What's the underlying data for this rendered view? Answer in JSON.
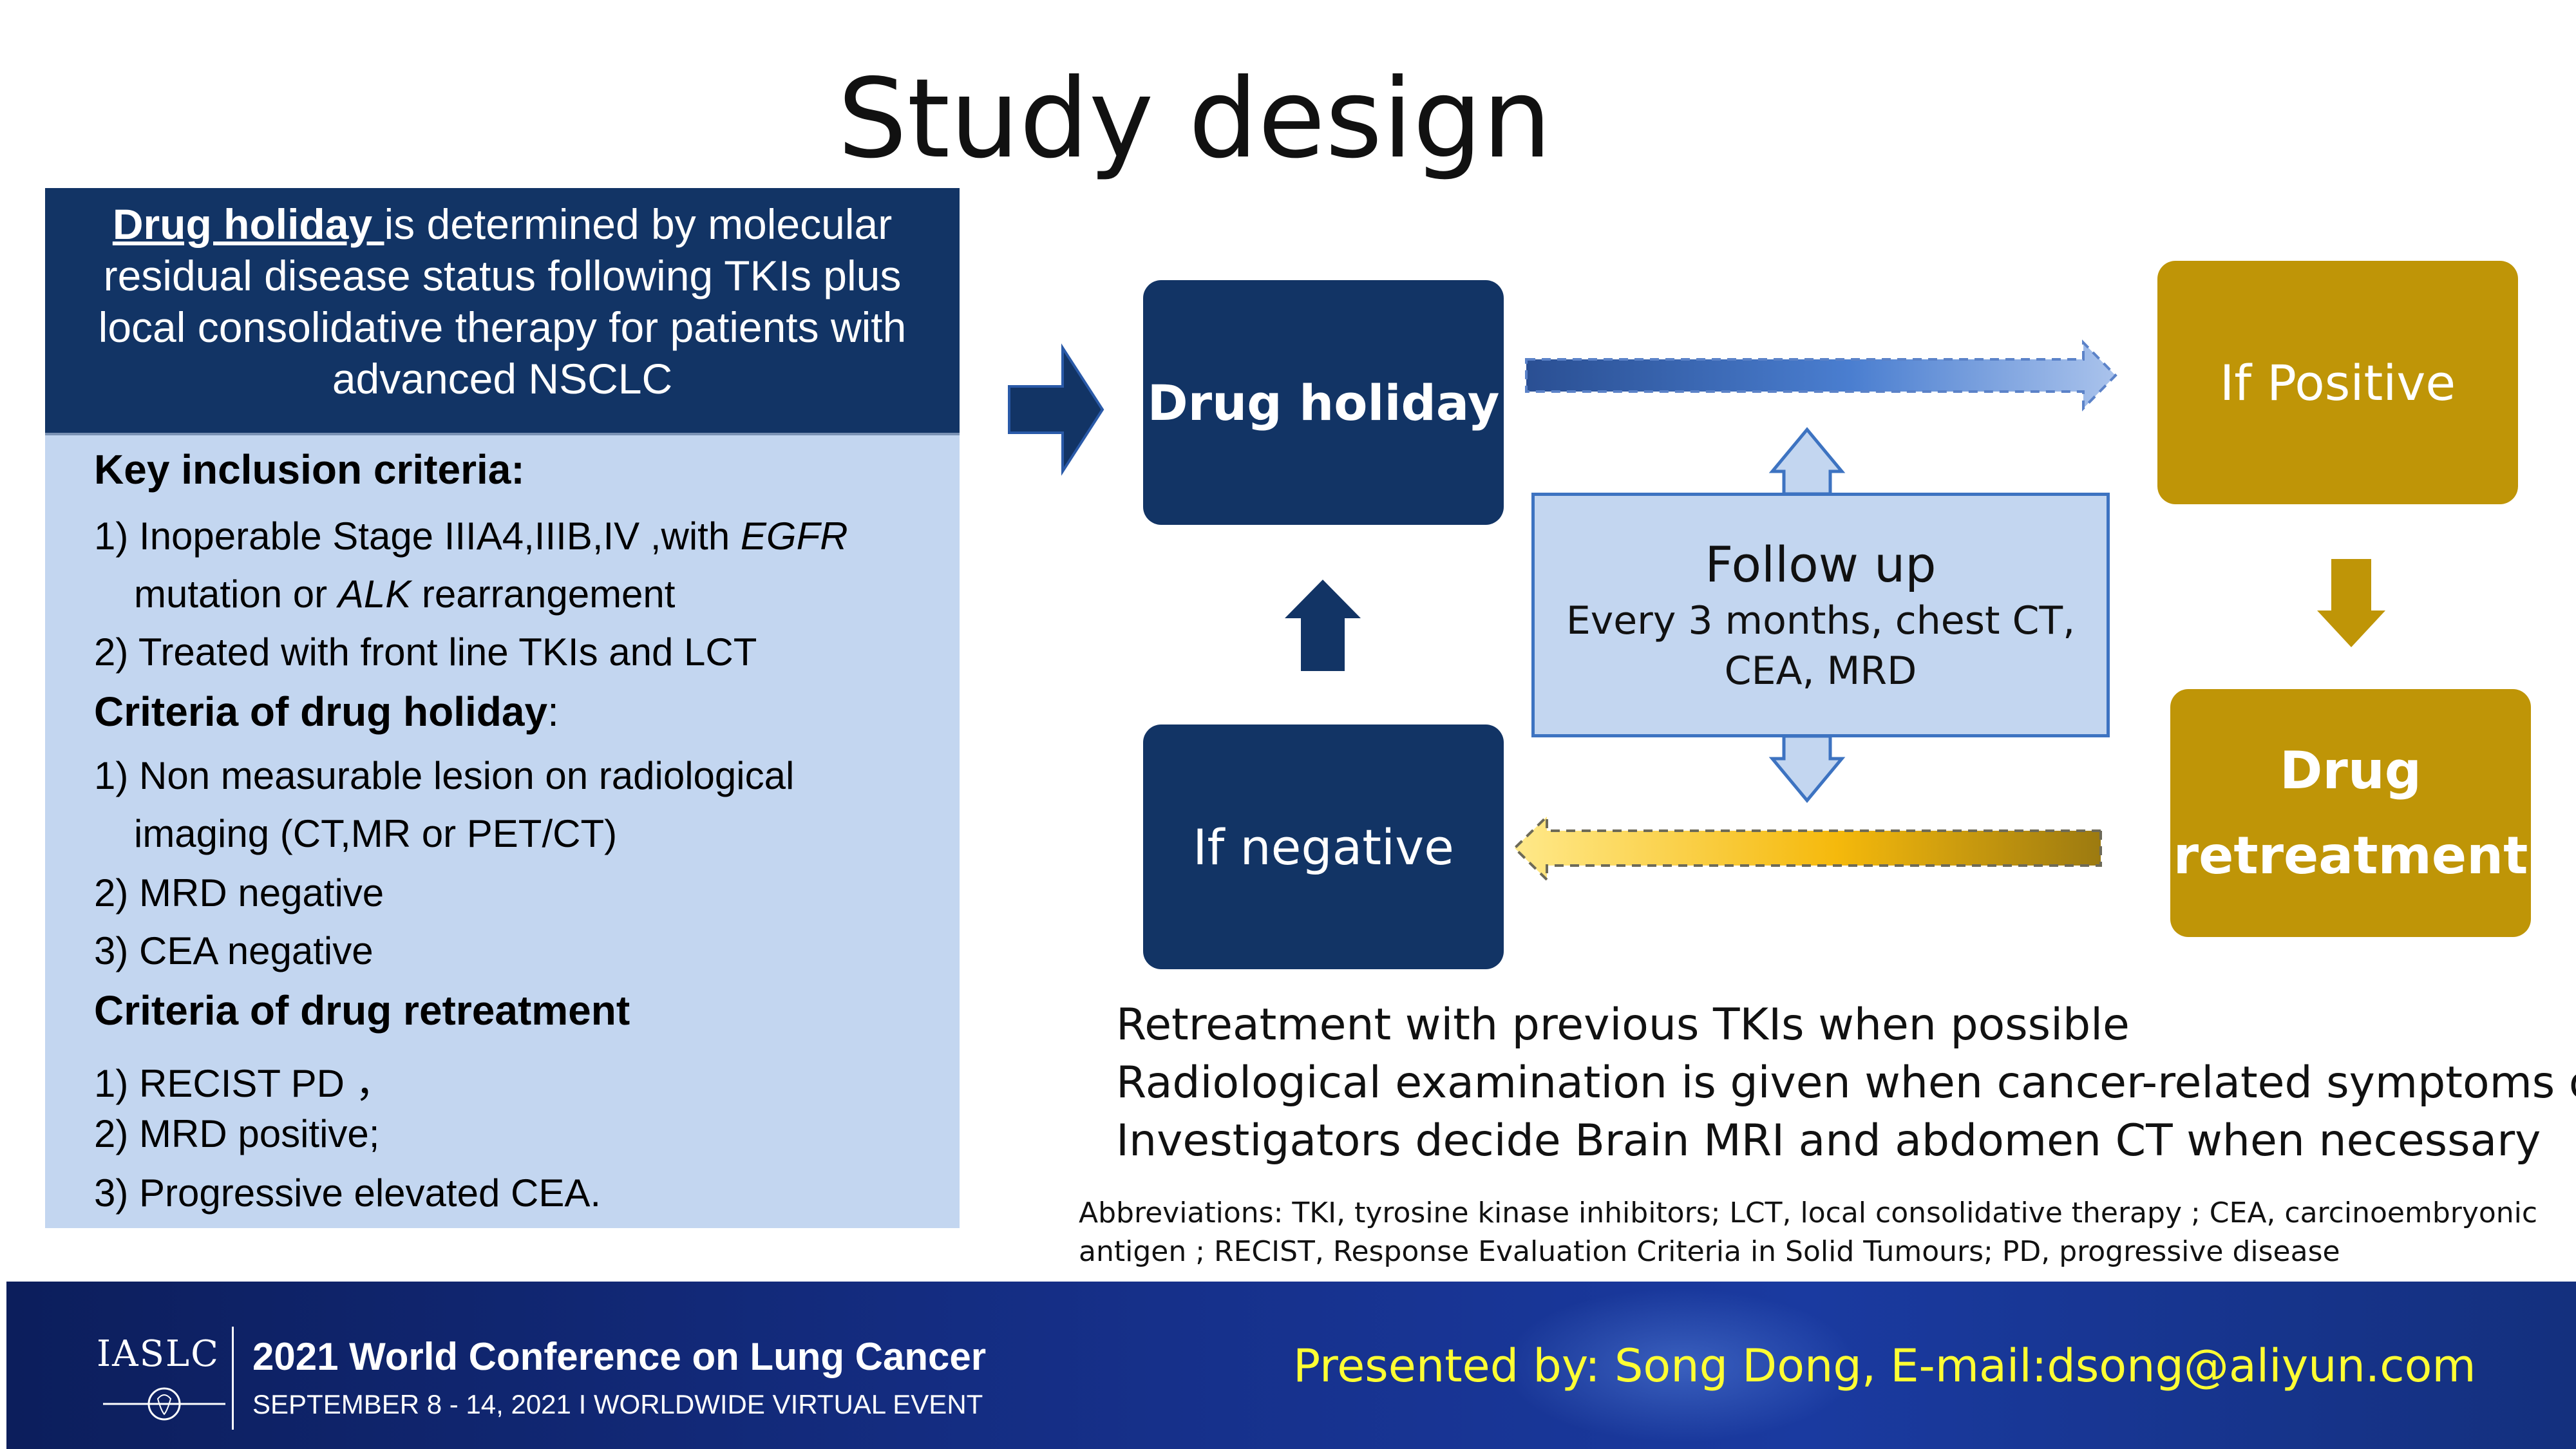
{
  "title": "Study design",
  "left_panel": {
    "header_underlined": "Drug holiday ",
    "header_line1_rest": "is determined by molecular",
    "header_line2": "residual disease status following TKIs plus",
    "header_line3": "local consolidative therapy for patients with",
    "header_line4": "advanced NSCLC",
    "inclusion_heading": "Key inclusion criteria:",
    "inclusion_1_a": "1) Inoperable Stage  IIIA4,IIIB,IV ,with ",
    "inclusion_1_italic": "EGFR",
    "inclusion_1_b_pre": "mutation or ",
    "inclusion_1_b_italic": "ALK",
    "inclusion_1_b_post": " rearrangement",
    "inclusion_2": "2) Treated with front line TKIs and LCT",
    "holiday_heading": "Criteria of drug holiday",
    "holiday_heading_colon": ":",
    "holiday_1_a": "1) Non measurable lesion on radiological",
    "holiday_1_b": "imaging (CT,MR or PET/CT)",
    "holiday_2": "2) MRD negative",
    "holiday_3": "3) CEA negative",
    "retreat_heading": "Criteria of drug retreatment",
    "retreat_1": "1) RECIST PD ，",
    "retreat_2": "2) MRD positive;",
    "retreat_3": "3) Progressive  elevated  CEA."
  },
  "flow": {
    "drug_holiday": "Drug holiday",
    "if_positive": "If Positive",
    "if_negative": "If negative",
    "follow_up_title": "Follow up",
    "follow_up_line1": "Every 3 months, chest CT,",
    "follow_up_line2": "CEA,  MRD",
    "retreat_line1": "Drug",
    "retreat_line2": "retreatment"
  },
  "notes": [
    "Retreatment with previous TKIs when possible",
    "Radiological examination is given when cancer-related symptoms occur",
    "Investigators decide Brain MRI and abdomen CT when necessary"
  ],
  "abbreviations": {
    "line1": "Abbreviations: TKI, tyrosine kinase inhibitors; LCT, local consolidative therapy ; CEA, carcinoembryonic",
    "line2": "antigen ; RECIST, Response Evaluation Criteria in Solid Tumours; PD, progressive disease"
  },
  "footer": {
    "logo_text": "IASLC",
    "conference_title": "2021 World Conference on Lung Cancer",
    "conference_subtitle": "SEPTEMBER 8 - 14, 2021 I WORLDWIDE VIRTUAL EVENT",
    "presenter": "Presented by: Song Dong,  E-mail:dsong@aliyun.com"
  },
  "colors": {
    "navy": "#123465",
    "light_blue": "#c3d6f0",
    "gold": "#bf9507",
    "presenter_yellow": "#ffff33"
  }
}
